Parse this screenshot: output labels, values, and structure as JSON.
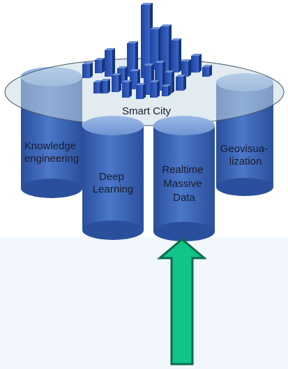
{
  "platform": {
    "label": "Smart City"
  },
  "pillars": [
    {
      "id": "knowledge-engineering",
      "lines": [
        "Knowledge",
        "engineering"
      ]
    },
    {
      "id": "deep-learning",
      "lines": [
        "Deep",
        "Learning"
      ]
    },
    {
      "id": "realtime-massive-data",
      "lines": [
        "Realtime",
        "Massive",
        "Data"
      ]
    },
    {
      "id": "geovisualization",
      "lines": [
        "Geovisua-",
        "lization"
      ]
    }
  ],
  "colors": {
    "bottom_panel": "#f1f7fd",
    "cylinder_dark": "#2e56a6",
    "cylinder_mid": "#4a74c4",
    "cylinder_light": "#7b9ed9",
    "disc_fill": "#c8dbe4",
    "arrow_fill": "#11c48a",
    "arrow_stroke": "#0a6b4a"
  }
}
